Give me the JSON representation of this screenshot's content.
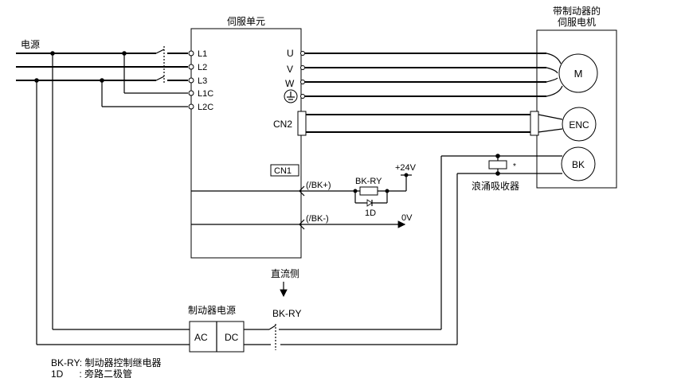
{
  "servo_unit": {
    "title": "伺服单元",
    "terminals": {
      "l1": "L1",
      "l2": "L2",
      "l3": "L3",
      "l1c": "L1C",
      "l2c": "L2C"
    },
    "outputs": {
      "u": "U",
      "v": "V",
      "w": "W"
    },
    "cn2": "CN2",
    "cn1": "CN1",
    "bk_plus": "(/BK+)",
    "bk_minus": "(/BK-)"
  },
  "power_source": {
    "label": "电源"
  },
  "motor": {
    "title_line1": "带制动器的",
    "title_line2": "伺服电机",
    "m": "M",
    "enc": "ENC",
    "bk": "BK"
  },
  "brake_circuit": {
    "bk_ry": "BK-RY",
    "plus24": "+24V",
    "zero_v": "0V",
    "diode": "1D",
    "surge_absorber": "浪涌吸收器",
    "asterisk": "*"
  },
  "brake_power": {
    "title": "制动器电源",
    "ac": "AC",
    "dc": "DC",
    "dc_side": "直流侧",
    "bk_ry": "BK-RY"
  },
  "legend": {
    "line1": "BK-RY: 制动器控制继电器",
    "line2": "1D      : 旁路二极管"
  }
}
